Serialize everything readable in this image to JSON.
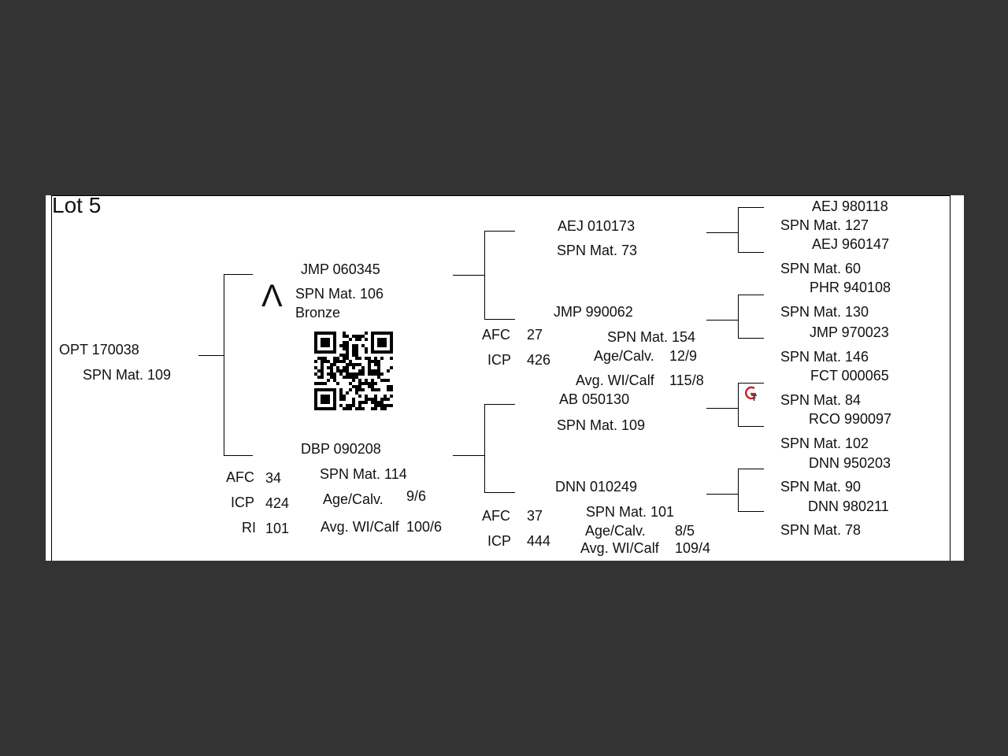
{
  "lot_title": "Lot 5",
  "subject": {
    "id": "OPT 170038",
    "mat": "SPN Mat. 109"
  },
  "sire": {
    "id": "JMP 060345",
    "mat": "SPN Mat. 106",
    "grade": "Bronze",
    "mark": "Λ"
  },
  "dam": {
    "id": "DBP 090208",
    "afc_label": "AFC",
    "afc": "34",
    "icp_label": "ICP",
    "icp": "424",
    "ri_label": "RI",
    "ri": "101",
    "mat": "SPN Mat. 114",
    "age_label": "Age/Calv.",
    "age": "9/6",
    "avg_label": "Avg. WI/Calf",
    "avg": "100/6"
  },
  "sire_sire": {
    "id": "AEJ 010173",
    "mat": "SPN Mat. 73"
  },
  "sire_dam": {
    "id": "JMP 990062",
    "afc_label": "AFC",
    "afc": "27",
    "icp_label": "ICP",
    "icp": "426",
    "mat": "SPN Mat. 154",
    "age_label": "Age/Calv.",
    "age": "12/9",
    "avg_label": "Avg. WI/Calf",
    "avg": "115/8"
  },
  "dam_sire": {
    "id": "AB  050130",
    "mat": "SPN Mat. 109"
  },
  "dam_dam": {
    "id": "DNN 010249",
    "afc_label": "AFC",
    "afc": "37",
    "icp_label": "ICP",
    "icp": "444",
    "mat": "SPN Mat. 101",
    "age_label": "Age/Calv.",
    "age": "8/5",
    "avg_label": "Avg. WI/Calf",
    "avg": "109/4"
  },
  "gen3": [
    {
      "id": "AEJ 980118",
      "mat": "SPN Mat. 127"
    },
    {
      "id": "AEJ 960147",
      "mat": "SPN Mat. 60"
    },
    {
      "id": "PHR 940108",
      "mat": "SPN Mat. 130"
    },
    {
      "id": "JMP 970023",
      "mat": "SPN Mat. 146"
    },
    {
      "id": "FCT 000065",
      "mat": "SPN Mat. 84"
    },
    {
      "id": "RCO 990097",
      "mat": "SPN Mat. 102"
    },
    {
      "id": "DNN 950203",
      "mat": "SPN Mat. 90"
    },
    {
      "id": "DNN 980211",
      "mat": "SPN Mat. 78"
    }
  ],
  "colors": {
    "background": "#333333",
    "paper": "#ffffff",
    "lines": "#000000",
    "logo_red": "#c8202a"
  },
  "icons": {
    "qr": "qr-code-icon",
    "logo": "gt-logo-icon"
  }
}
